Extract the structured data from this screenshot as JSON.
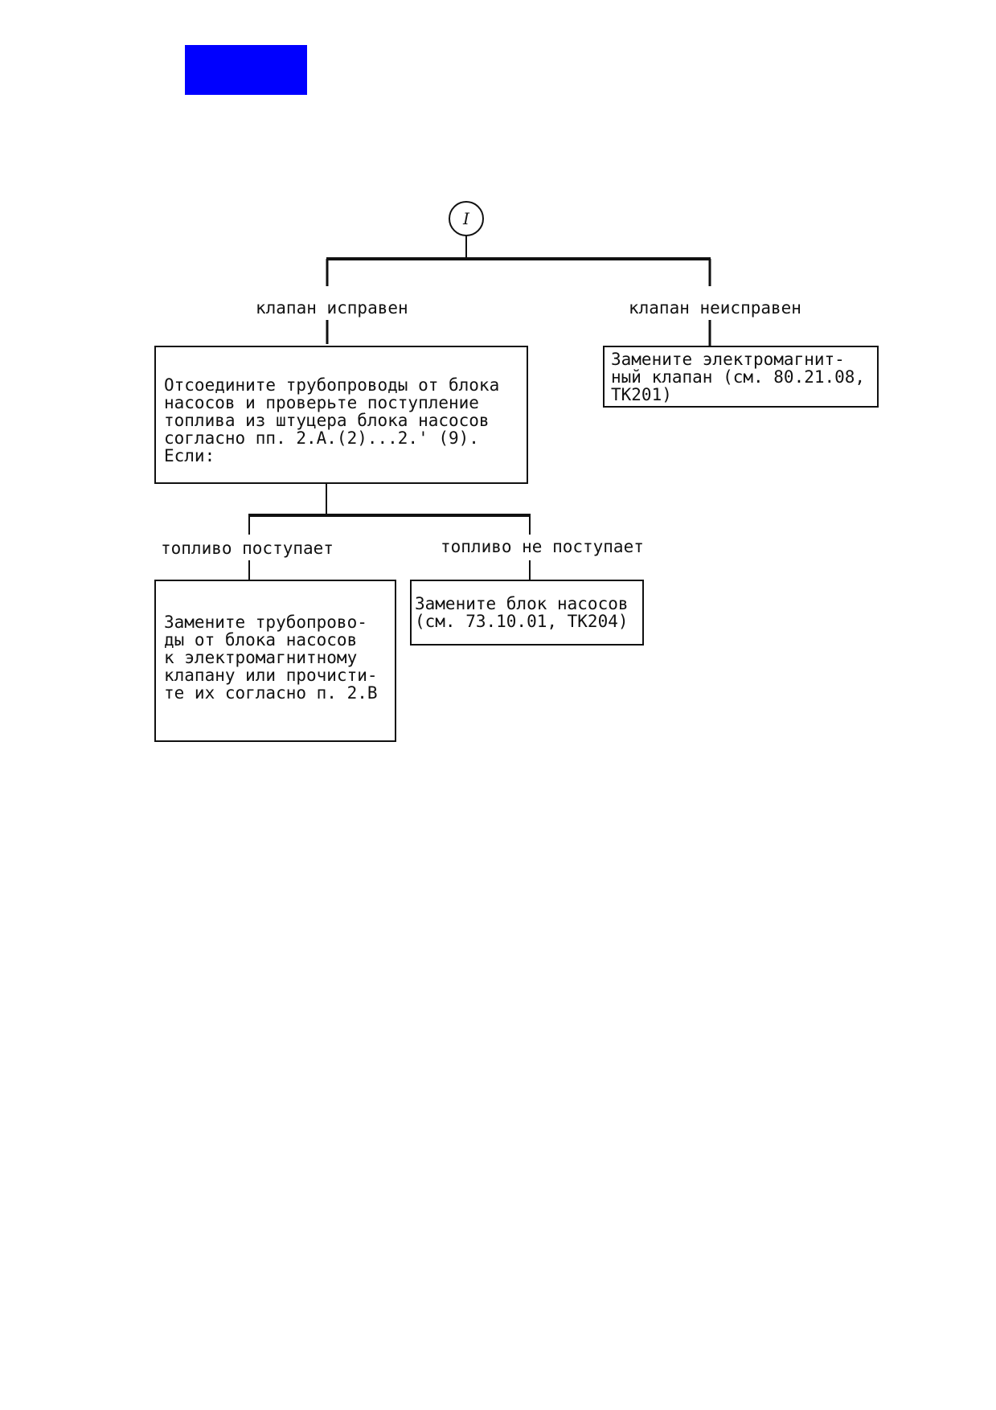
{
  "header": {
    "marker_color": "#0000ff"
  },
  "diagram": {
    "connector": "I",
    "branches": {
      "valve_ok": "клапан исправен",
      "valve_faulty": "клапан неисправен",
      "fuel_flows": "топливо поступает",
      "fuel_no_flow": "топливо не поступает"
    },
    "boxes": {
      "disconnect_check": "Отсоедините трубопроводы от блока\nнасосов и проверьте поступление\nтоплива из штуцера блока насосов\nсогласно пп. 2.А.(2)...2.' (9).\nЕсли:",
      "replace_valve": "Замените электромагнит-\nный клапан (см. 80.21.08,\nТК201)",
      "replace_pipes": "Замените трубопрово-\nды от блока насосов\nк электромагнитному\nклапану или прочисти-\nте их согласно п. 2.В",
      "replace_pump": "Замените блок насосов\n(см. 73.10.01, ТК204)"
    }
  }
}
